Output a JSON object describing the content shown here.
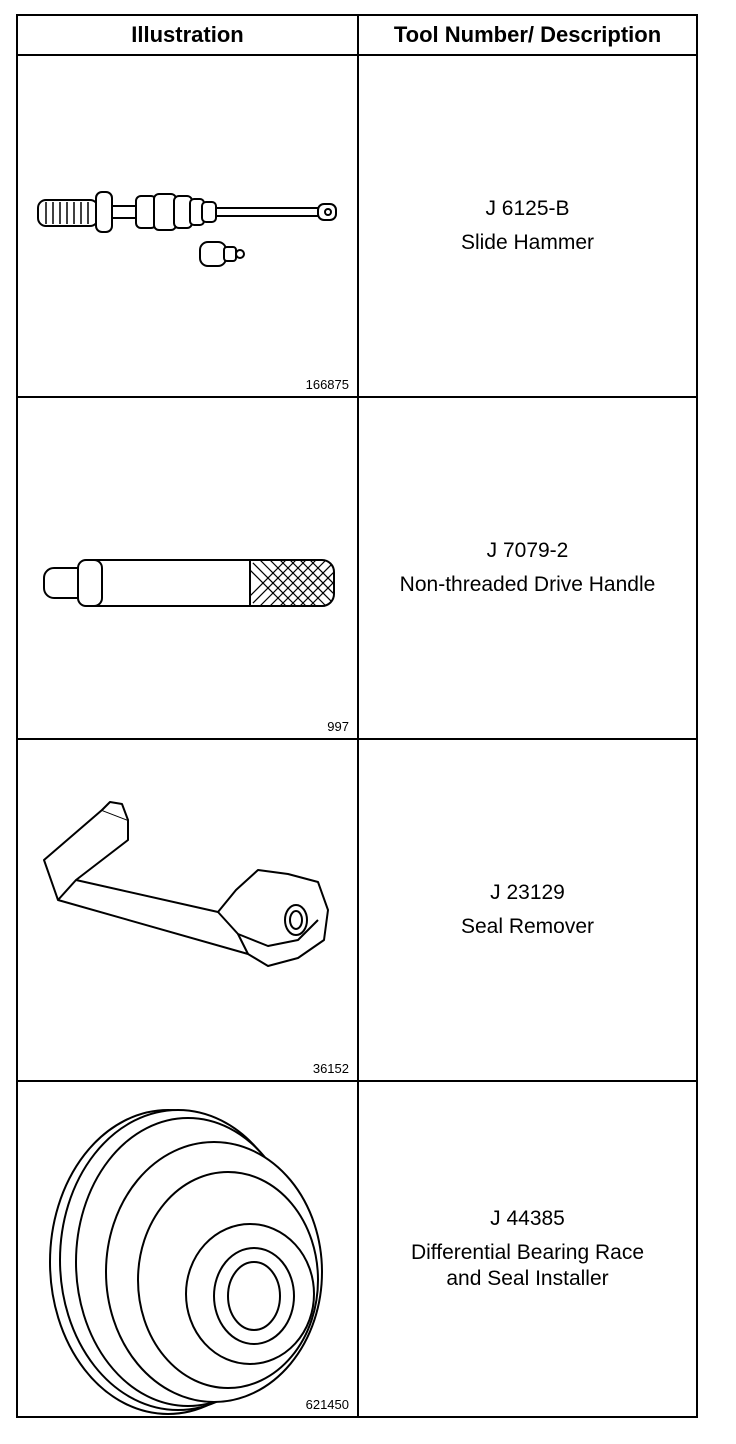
{
  "table": {
    "header": {
      "illustration": "Illustration",
      "description": "Tool Number/ Description"
    },
    "rows": [
      {
        "tool_number": "J 6125-B",
        "description_lines": [
          "Slide Hammer"
        ],
        "figure_number": "166875",
        "icon": "slide-hammer-icon"
      },
      {
        "tool_number": "J 7079-2",
        "description_lines": [
          "Non-threaded Drive Handle"
        ],
        "figure_number": "997",
        "icon": "drive-handle-icon"
      },
      {
        "tool_number": "J 23129",
        "description_lines": [
          "Seal Remover"
        ],
        "figure_number": "36152",
        "icon": "seal-remover-icon"
      },
      {
        "tool_number": "J 44385",
        "description_lines": [
          "Differential Bearing Race",
          "and Seal Installer"
        ],
        "figure_number": "621450",
        "icon": "bearing-race-installer-icon"
      }
    ]
  }
}
